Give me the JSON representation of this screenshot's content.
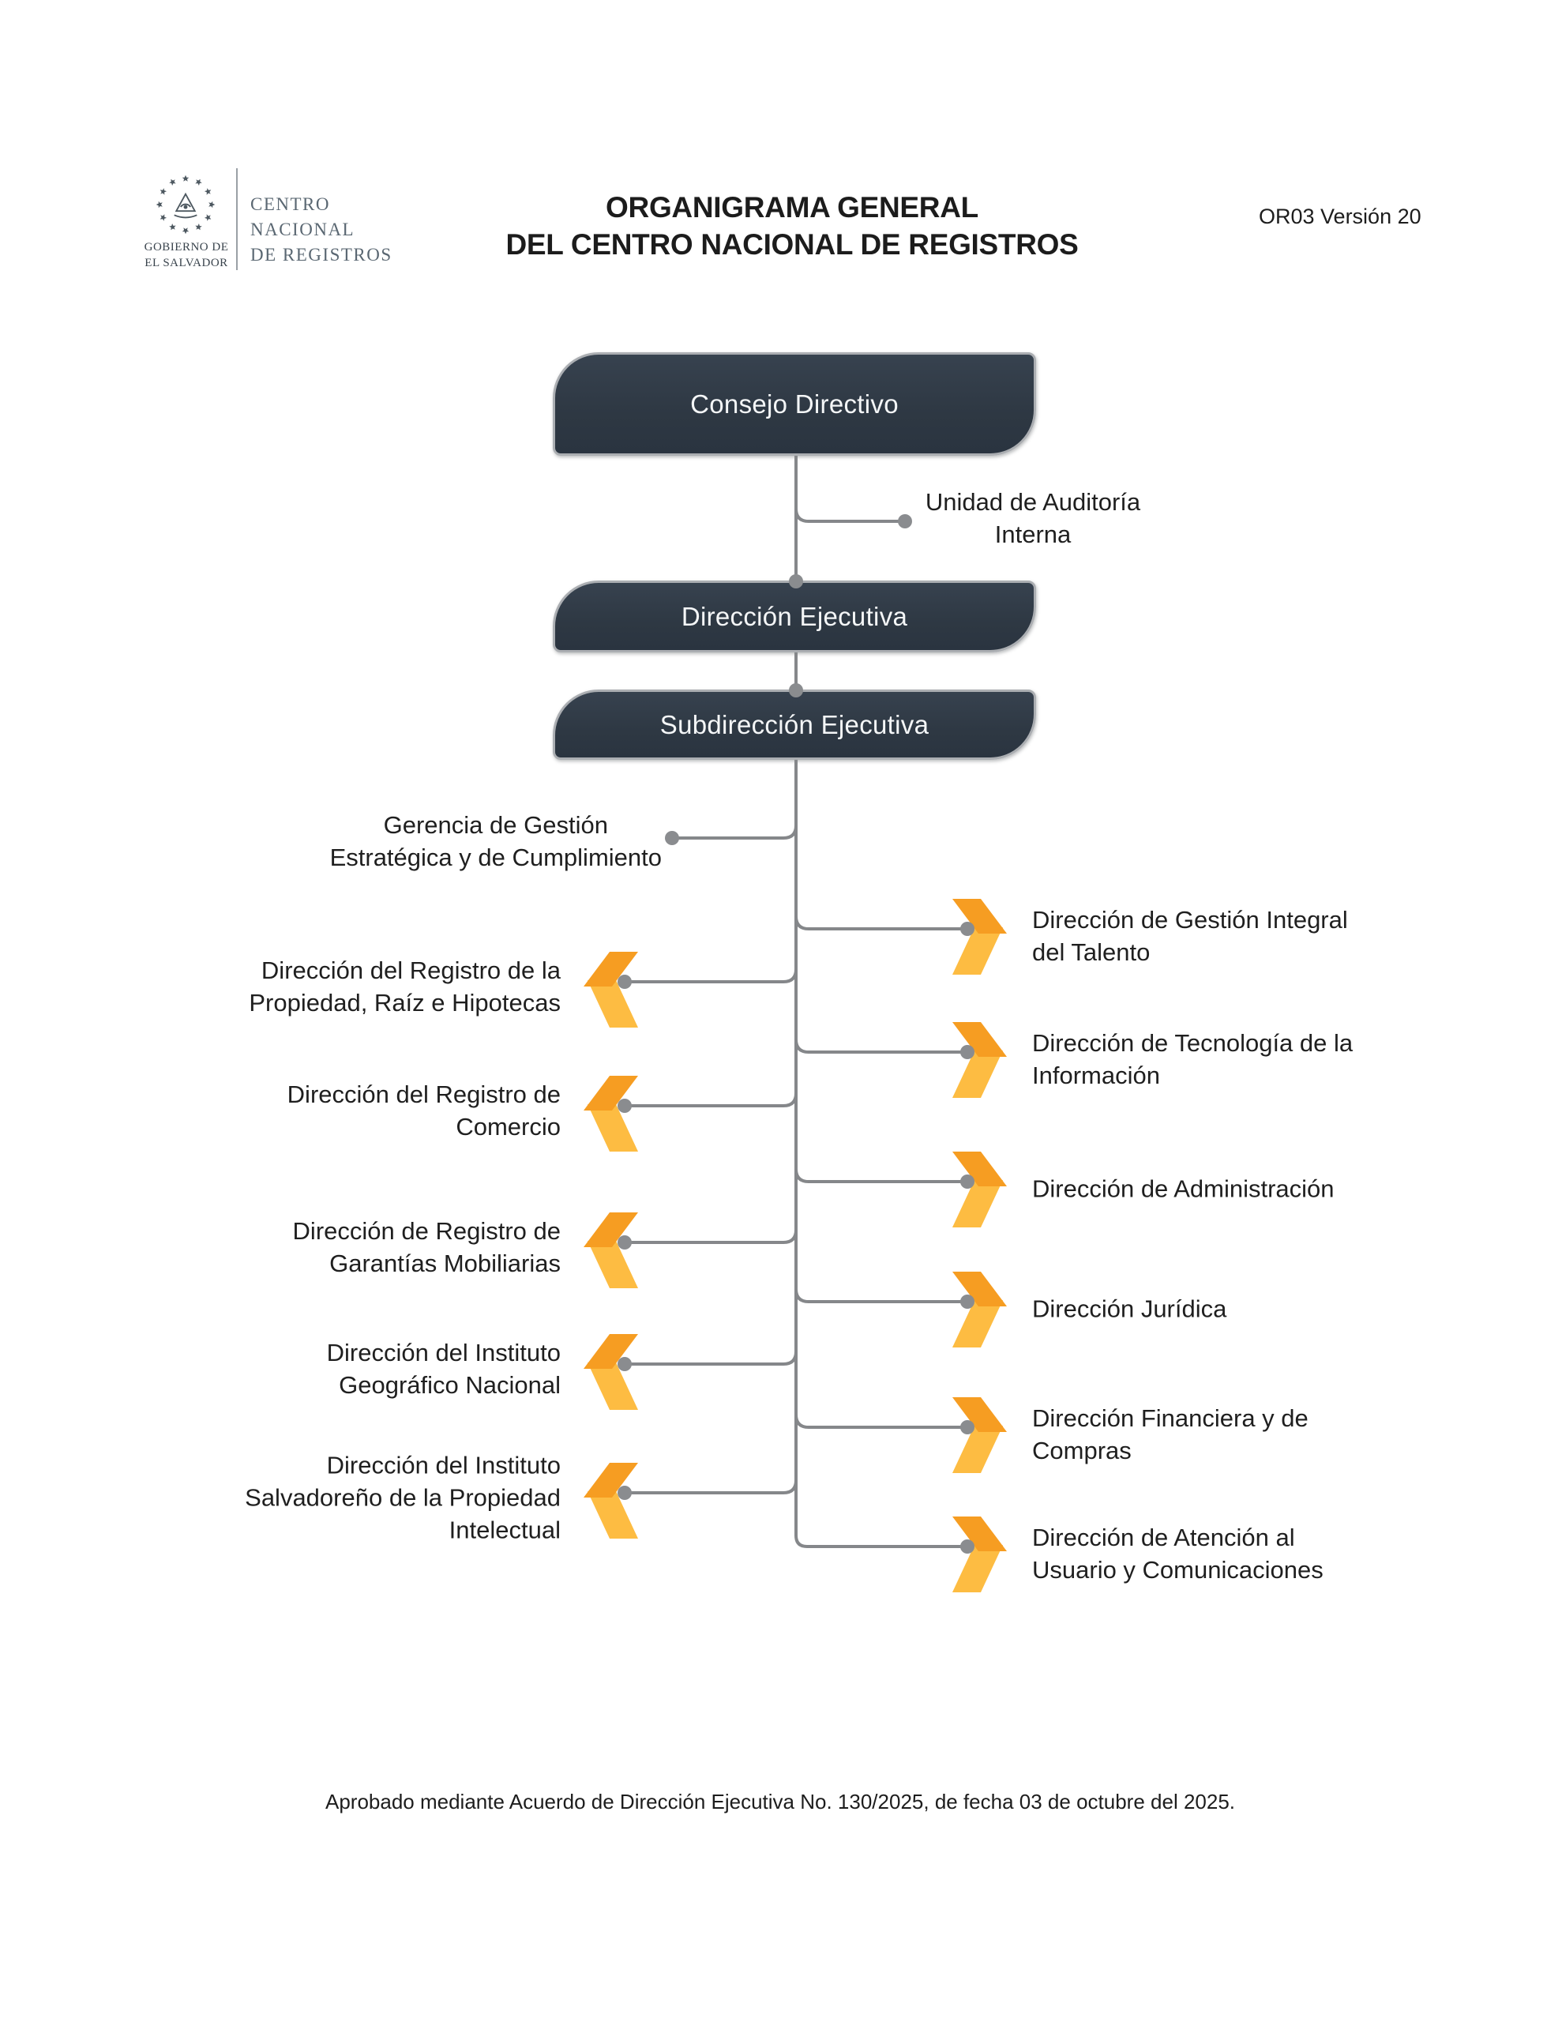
{
  "header": {
    "emblem_caption": "GOBIERNO DE\nEL SALVADOR",
    "org_name": "CENTRO\nNACIONAL\nDE REGISTROS",
    "title_line1": "ORGANIGRAMA GENERAL",
    "title_line2": "DEL CENTRO NACIONAL DE REGISTROS",
    "version": "OR03 Versión 20"
  },
  "org_chart": {
    "root": "Consejo Directivo",
    "audit_unit": "Unidad de Auditoría\nInterna",
    "executive": "Dirección Ejecutiva",
    "sub_executive": "Subdirección Ejecutiva",
    "staff_left": "Gerencia de Gestión\nEstratégica y de Cumplimiento",
    "left_branches": [
      {
        "label": "Dirección del Registro de la\nPropiedad, Raíz e Hipotecas"
      },
      {
        "label": "Dirección del Registro de\nComercio"
      },
      {
        "label": "Dirección de Registro de\nGarantías Mobiliarias"
      },
      {
        "label": "Dirección del Instituto\nGeográfico Nacional"
      },
      {
        "label": "Dirección del Instituto\nSalvadoreño de la Propiedad\nIntelectual"
      }
    ],
    "right_branches": [
      {
        "label": "Dirección de Gestión Integral\ndel Talento"
      },
      {
        "label": "Dirección de Tecnología de la\nInformación"
      },
      {
        "label": "Dirección de Administración"
      },
      {
        "label": "Dirección Jurídica"
      },
      {
        "label": "Dirección Financiera y de\nCompras"
      },
      {
        "label": "Dirección de Atención al\nUsuario y Comunicaciones"
      }
    ]
  },
  "footer": {
    "approval": "Aprobado mediante Acuerdo de Dirección Ejecutiva No. 130/2025, de fecha 03 de octubre del 2025."
  },
  "colors": {
    "node-bg": "#2E3843",
    "node-border": "#ABAEB2",
    "line": "#85878A",
    "dot": "#8A8C8F",
    "arrow-dark": "#F69D22",
    "arrow-light": "#FDBC42",
    "text": "#1F1F1F"
  }
}
